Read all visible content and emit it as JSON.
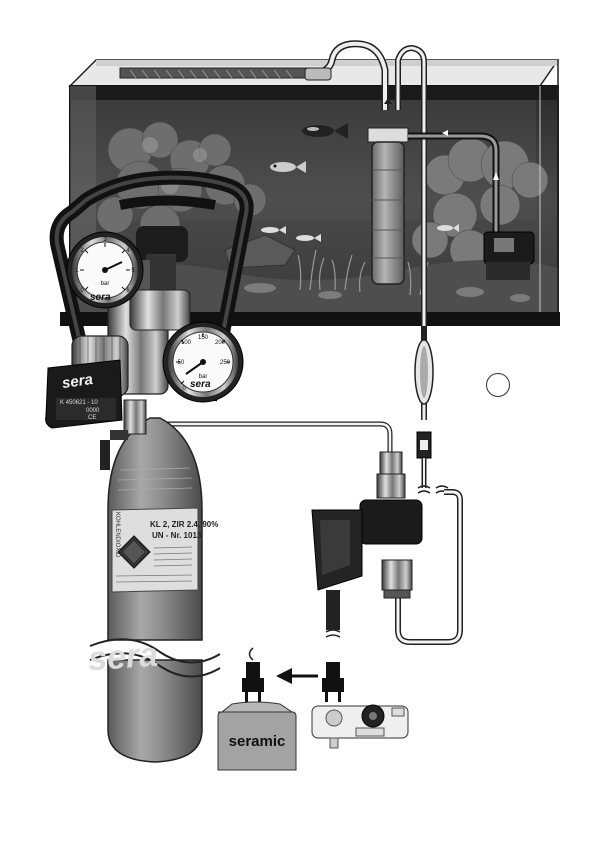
{
  "labels": {
    "seramic": "seramic",
    "brand": "sera",
    "bottle_text_1": "KL 2, ZIR 2.4, 90%",
    "bottle_text_2": "UN - Nr. 1013",
    "regulator_code_1": "K 450621 - 10",
    "regulator_code_2": "0000",
    "ce_mark": "CE",
    "bottle_side_text": "KOHLENDIOXID"
  },
  "gauges": {
    "gauge_1_ticks": [
      "0",
      "1",
      "2",
      "3",
      "4",
      "5",
      "6"
    ],
    "gauge_2_ticks": [
      "0",
      "50",
      "100",
      "150",
      "200",
      "250"
    ],
    "gauge_unit": "bar"
  },
  "colors": {
    "tank_water": "#3d3d3d",
    "tank_dark": "#1c1c1c",
    "bottle": "#8c8c8c",
    "seramic_box": "#a3a3a3",
    "hose": "#ffffff"
  },
  "icons": [
    "plug-icon",
    "arrow-left-icon",
    "fish-icon",
    "valve-icon",
    "pump-icon",
    "reactor-icon"
  ]
}
